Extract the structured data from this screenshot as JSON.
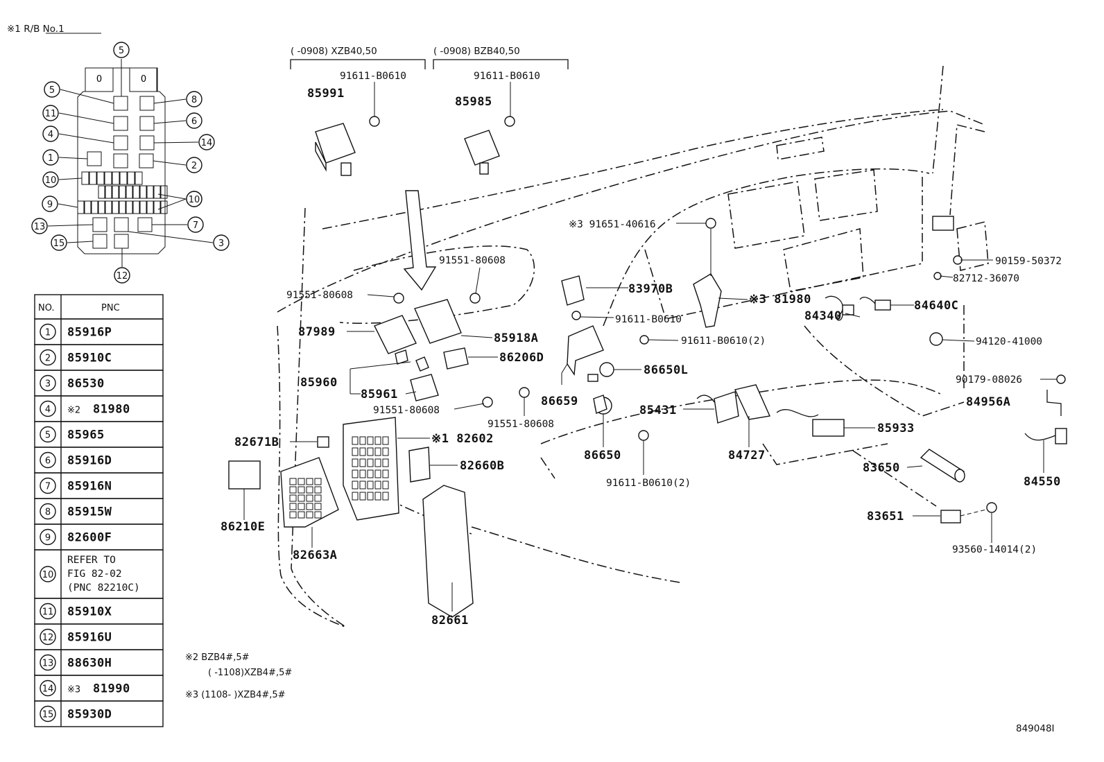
{
  "header": {
    "rb_label": "※1 R/B No.1",
    "variant_left": "(      -0908) XZB40,50",
    "variant_right": "(      -0908) BZB40,50"
  },
  "table": {
    "col_no": "NO.",
    "col_pnc": "PNC",
    "rows": [
      {
        "no": "1",
        "pnc": "85916P"
      },
      {
        "no": "2",
        "pnc": "85910C"
      },
      {
        "no": "3",
        "pnc": "86530"
      },
      {
        "no": "4",
        "mark": "※2",
        "pnc": "81980"
      },
      {
        "no": "5",
        "pnc": "85965"
      },
      {
        "no": "6",
        "pnc": "85916D"
      },
      {
        "no": "7",
        "pnc": "85916N"
      },
      {
        "no": "8",
        "pnc": "85915W"
      },
      {
        "no": "9",
        "pnc": "82600F"
      },
      {
        "no": "10",
        "pnc_lines": [
          "REFER TO",
          "FIG 82-02",
          "(PNC 82210C)"
        ]
      },
      {
        "no": "11",
        "pnc": "85910X"
      },
      {
        "no": "12",
        "pnc": "85916U"
      },
      {
        "no": "13",
        "pnc": "88630H"
      },
      {
        "no": "14",
        "mark": "※3",
        "pnc": "81990"
      },
      {
        "no": "15",
        "pnc": "85930D"
      }
    ]
  },
  "relay_block_callouts": [
    "5",
    "5",
    "11",
    "4",
    "1",
    "10",
    "9",
    "13",
    "15",
    "12",
    "3",
    "7",
    "10",
    "10",
    "2",
    "14",
    "6",
    "8"
  ],
  "notes": {
    "note2_line1": "※2 BZB4#,5#",
    "note2_line2": "(       -1108)XZB4#,5#",
    "note3": "※3 (1108-       )XZB4#,5#"
  },
  "part_labels": [
    {
      "id": "85991",
      "text": "85991"
    },
    {
      "id": "91611a",
      "text": "91611-B0610"
    },
    {
      "id": "85985",
      "text": "85985"
    },
    {
      "id": "91611b",
      "text": "91611-B0610"
    },
    {
      "id": "91651",
      "text": "※3 91651-40616"
    },
    {
      "id": "91551a",
      "text": "91551-80608"
    },
    {
      "id": "91551b",
      "text": "91551-80608"
    },
    {
      "id": "83970B",
      "text": "83970B"
    },
    {
      "id": "81980",
      "text": "※3 81980"
    },
    {
      "id": "84640C",
      "text": "84640C"
    },
    {
      "id": "84340",
      "text": "84340"
    },
    {
      "id": "90159",
      "text": "90159-50372"
    },
    {
      "id": "82712",
      "text": "82712-36070"
    },
    {
      "id": "87989",
      "text": "87989"
    },
    {
      "id": "85918A",
      "text": "85918A"
    },
    {
      "id": "91611c",
      "text": "91611-B0610"
    },
    {
      "id": "91611d",
      "text": "91611-B0610(2)"
    },
    {
      "id": "94120",
      "text": "94120-41000"
    },
    {
      "id": "86206D",
      "text": "86206D"
    },
    {
      "id": "86650L",
      "text": "86650L"
    },
    {
      "id": "85960",
      "text": "85960"
    },
    {
      "id": "85961",
      "text": "85961"
    },
    {
      "id": "90179",
      "text": "90179-08026"
    },
    {
      "id": "84956A",
      "text": "84956A"
    },
    {
      "id": "86659",
      "text": "86659"
    },
    {
      "id": "91551c",
      "text": "91551-80608"
    },
    {
      "id": "91551d",
      "text": "91551-80608"
    },
    {
      "id": "85431",
      "text": "85431"
    },
    {
      "id": "85933",
      "text": "85933"
    },
    {
      "id": "82671B",
      "text": "82671B"
    },
    {
      "id": "82602",
      "text": "※1 82602"
    },
    {
      "id": "86650",
      "text": "86650"
    },
    {
      "id": "84727",
      "text": "84727"
    },
    {
      "id": "82660B",
      "text": "82660B"
    },
    {
      "id": "83650",
      "text": "83650"
    },
    {
      "id": "91611e",
      "text": "91611-B0610(2)"
    },
    {
      "id": "84550",
      "text": "84550"
    },
    {
      "id": "86210E",
      "text": "86210E"
    },
    {
      "id": "83651",
      "text": "83651"
    },
    {
      "id": "82663A",
      "text": "82663A"
    },
    {
      "id": "93560",
      "text": "93560-14014(2)"
    },
    {
      "id": "82661",
      "text": "82661"
    }
  ],
  "figure_id": "849048I"
}
